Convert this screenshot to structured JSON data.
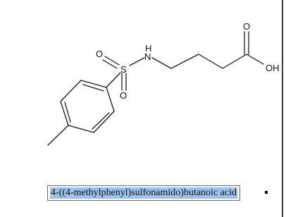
{
  "molecule": {
    "name": "4-((4-methylphenyl)sulfonamido)butanoic acid",
    "atoms": {
      "sulfur": "S",
      "nitrogen": "N",
      "nh_hydrogen": "H",
      "sulfonyl_oxygen_top": "O",
      "sulfonyl_oxygen_bottom": "O",
      "carbonyl_oxygen": "O",
      "hydroxyl": "OH"
    }
  },
  "colors": {
    "bond": "#1a1a1a",
    "selection_highlight": "#99c2ee",
    "box_border": "#6a6a6a"
  }
}
